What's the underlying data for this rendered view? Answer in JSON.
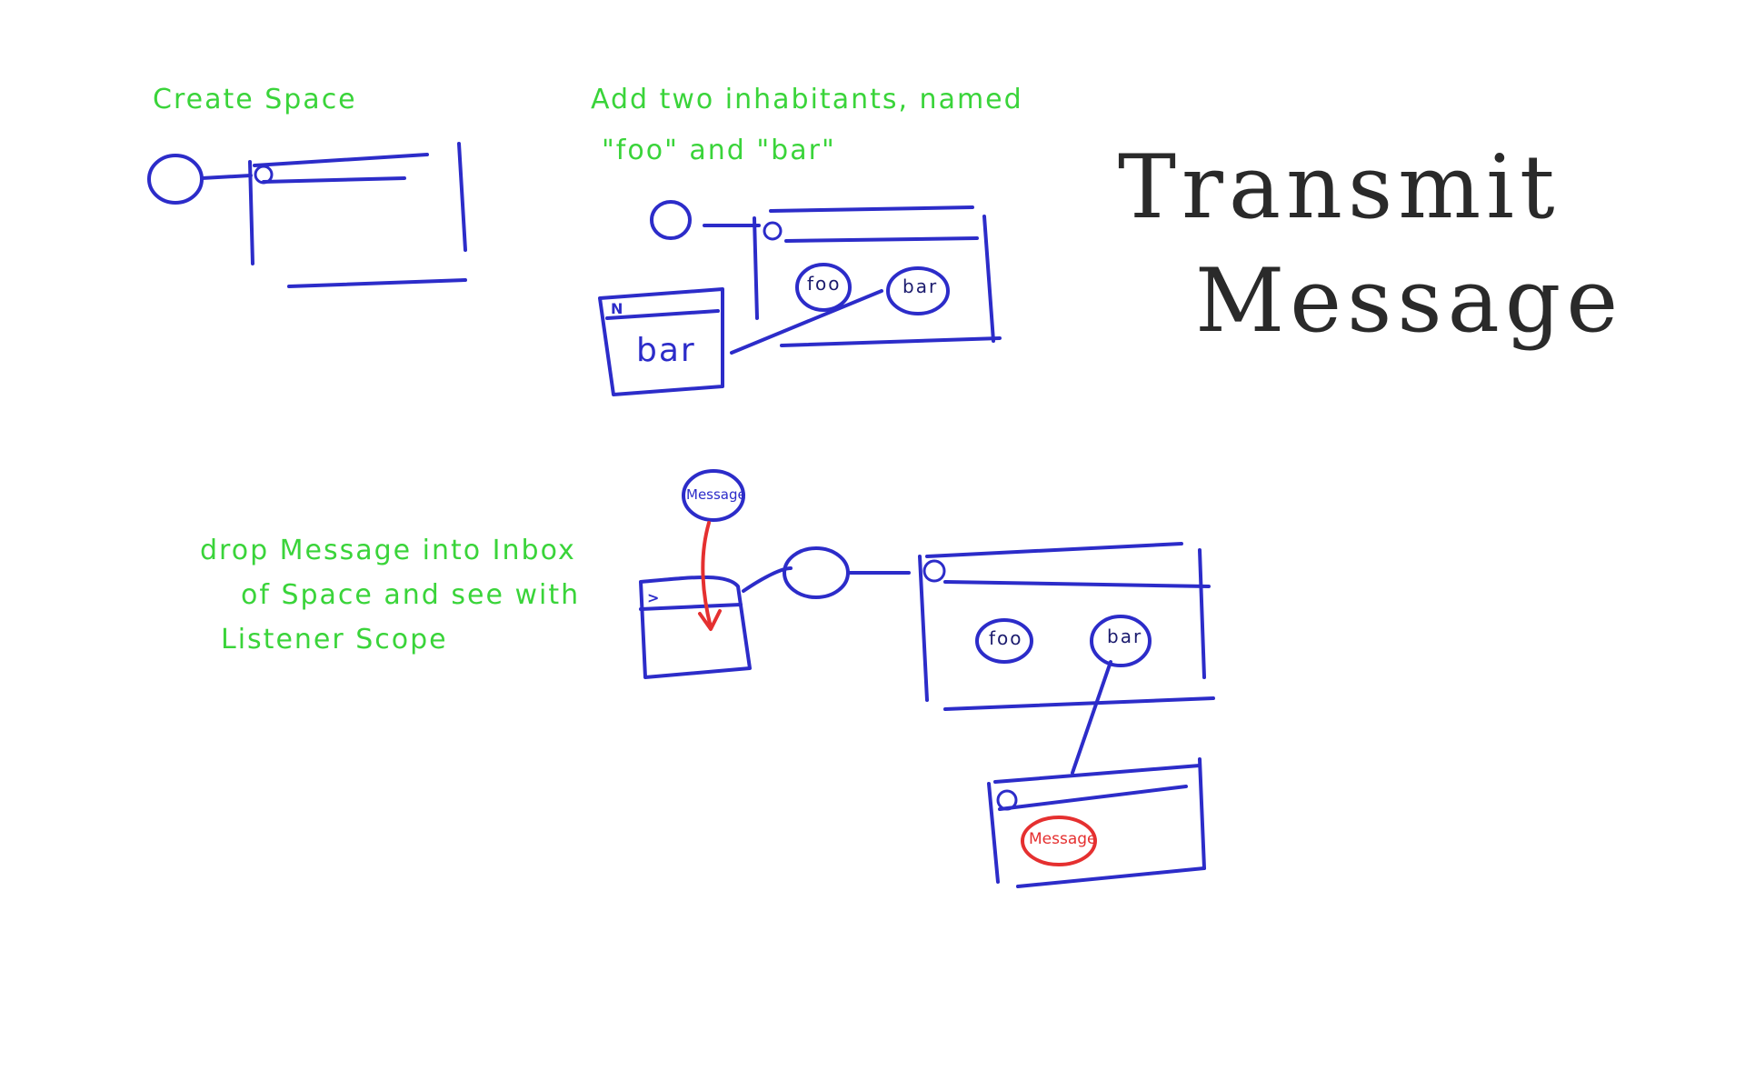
{
  "title": {
    "line1": "Transmit",
    "line2": "Message"
  },
  "notes": {
    "step1": "Create Space",
    "step2_line1": "Add two inhabitants, named",
    "step2_line2": "\"foo\" and \"bar\"",
    "step3_line1": "drop Message into Inbox",
    "step3_line2": "of Space and see with",
    "step3_line3": "Listener Scope"
  },
  "sketch": {
    "foo_label": "foo",
    "bar_label": "bar",
    "bar_window_label": "bar",
    "bar_window_icon": "N",
    "message_label": "Message",
    "inbox_icon": ">",
    "listener_message_label": "Message",
    "bottom_foo_label": "foo",
    "bottom_bar_label": "bar"
  },
  "colors": {
    "ink_blue": "#2c2cc9",
    "ink_green": "#3ad43a",
    "ink_red": "#e53030",
    "ink_black": "#2a2a2a"
  }
}
